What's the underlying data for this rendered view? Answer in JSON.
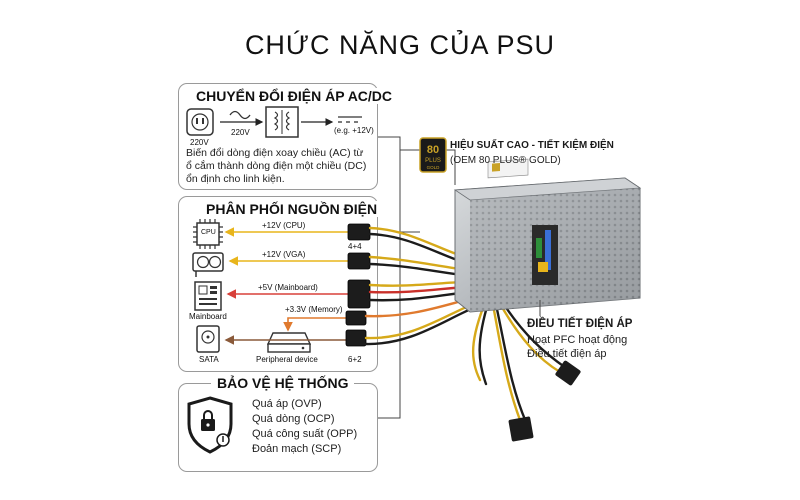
{
  "title": "CHỨC NĂNG CỦA PSU",
  "ac_dc": {
    "title": "CHUYỂN ĐỔI ĐIỆN ÁP AC/DC",
    "in_label": "220V",
    "wave_label": "220V",
    "out_label": "(e.g. +12V)",
    "description": [
      "Biến đổi dòng điện xoay chiều (AC) từ",
      "ổ cắm thành dòng điện một chiều (DC)",
      "ổn định cho linh kiện."
    ]
  },
  "distribution": {
    "title": "PHÂN PHỐI NGUỒN ĐIỆN",
    "lines": [
      {
        "label": "+12V (CPU)",
        "color": "#e8b51c"
      },
      {
        "label": "+12V (VGA)",
        "color": "#e8b51c"
      },
      {
        "label": "+5V (Mainboard)",
        "color": "#d8403a"
      },
      {
        "label": "+3.3V (Memory)",
        "color": "#e07a2e"
      },
      {
        "label": "",
        "color": "#8a5a3a"
      }
    ],
    "components": {
      "cpu": "CPU",
      "mainboard": "Mainboard",
      "sata": "SATA",
      "peripheral": "Peripheral device"
    },
    "connector_labels": [
      "4+4",
      "6+2"
    ]
  },
  "protection": {
    "title": "BẢO VỆ HỆ THỐNG",
    "items": [
      "Quá áp (OVP)",
      "Quá dòng (OCP)",
      "Quá công suất (OPP)",
      "Đoản mạch (SCP)"
    ]
  },
  "efficiency": {
    "badge_top": "80",
    "badge_mid": "PLUS",
    "badge_bottom": "GOLD",
    "title": "HIỆU SUẤT CAO - TIẾT KIỆM ĐIỆN",
    "subtitle": "(OEM 80 PLUS® GOLD)"
  },
  "regulation": {
    "title": "ĐIỀU TIẾT ĐIỆN ÁP",
    "lines": [
      "Hoạt PFC hoạt động",
      "Điều tiết điện áp"
    ]
  },
  "colors": {
    "yellow": "#e8b51c",
    "red": "#d8403a",
    "orange": "#e07a2e",
    "brown": "#8a5a3a",
    "gold": "#c9a227",
    "border": "#9a9a9a"
  }
}
